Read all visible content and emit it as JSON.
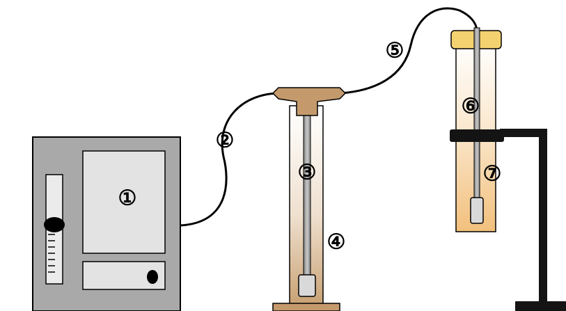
{
  "labels": {
    "n1": "①",
    "n2": "②",
    "n3": "③",
    "n4": "④",
    "n5": "⑤",
    "n6": "⑥",
    "n7": "⑦"
  },
  "colors": {
    "device_body": "#a9a9a9",
    "device_panel": "#e0e0e0",
    "cap_tan": "#c49a6c",
    "cap_yellow": "#f5d270",
    "flask_gradient": "#f3c98e",
    "column_gradient": "#caa377",
    "inner_tube": "#a0a0a0",
    "clamp": "#141414",
    "tubing": "#000000"
  },
  "icons": {
    "device": "pump-controller-icon",
    "flowmeter": "rotameter-icon",
    "column": "column-icon",
    "flask": "vial-icon",
    "stand": "clamp-stand-icon"
  }
}
